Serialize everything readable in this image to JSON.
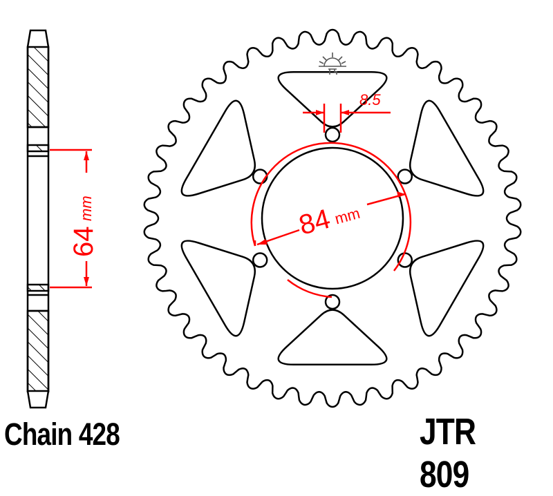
{
  "diagram": {
    "type": "technical drawing",
    "subject": "rear motorcycle sprocket",
    "part_number": "JTR 809",
    "chain_label": "Chain 428",
    "dimensions": {
      "hub_offset": {
        "value": "64",
        "unit": "mm"
      },
      "bolt_circle_diameter": {
        "value": "84",
        "unit": "mm"
      },
      "bolt_hole_diameter": {
        "value": "8.5"
      }
    },
    "features": {
      "tooth_count_approx": 42,
      "bolt_holes": 6,
      "lightening_cutouts": 6,
      "logo_icon": "sunrise-logo-icon"
    },
    "colors": {
      "outline": "#000000",
      "dimension": "#ff0000",
      "background": "#ffffff",
      "logo": "#555555"
    }
  }
}
